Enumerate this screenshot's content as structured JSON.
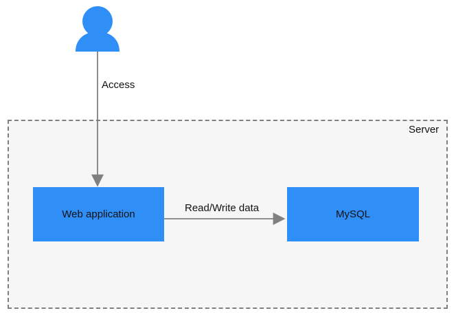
{
  "diagram": {
    "user": {
      "icon": "user-icon",
      "color": "#2f8ff7"
    },
    "edges": {
      "access_label": "Access",
      "read_write_label": "Read/Write data"
    },
    "server": {
      "label": "Server"
    },
    "nodes": {
      "web_app": "Web application",
      "mysql": "MySQL"
    },
    "colors": {
      "node_fill": "#2f8ff7",
      "server_fill": "#f6f6f6",
      "server_border": "#7f7f7f",
      "arrow": "#808080"
    }
  }
}
